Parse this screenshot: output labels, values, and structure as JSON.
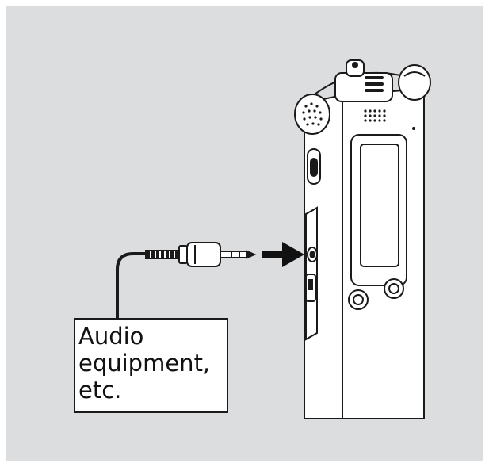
{
  "label": {
    "lines": [
      "Audio",
      "equipment,",
      "etc."
    ]
  },
  "colors": {
    "background_panel": "#dcdddf",
    "frame": "#ffffff",
    "outline": "#1a1a1a",
    "device_fill": "#ffffff",
    "arrow": "#111111"
  },
  "icons": {
    "recorder": "ic-recorder-icon",
    "plug": "stereo-mini-plug-icon",
    "arrow": "arrow-right-icon"
  }
}
